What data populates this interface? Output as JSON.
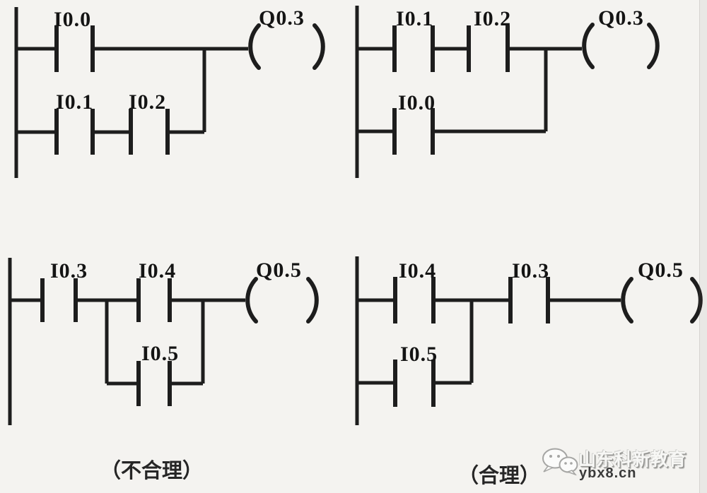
{
  "figure": {
    "background": "#f4f3f0",
    "line_color": "#1d1d1d"
  },
  "diagrams": {
    "top_left": {
      "contact_series": "I0.0",
      "branch_contact_1": "I0.1",
      "branch_contact_2": "I0.2",
      "coil": "Q0.3"
    },
    "top_right": {
      "contact_1": "I0.1",
      "contact_2": "I0.2",
      "branch_contact": "I0.0",
      "coil": "Q0.3"
    },
    "bottom_left": {
      "contact_series": "I0.3",
      "parallel_top": "I0.4",
      "parallel_bottom": "I0.5",
      "coil": "Q0.5"
    },
    "bottom_right": {
      "parallel_top": "I0.4",
      "parallel_bottom": "I0.5",
      "contact_series": "I0.3",
      "coil": "Q0.5"
    }
  },
  "captions": {
    "left": "（不合理）",
    "right": "（合理）"
  },
  "watermark": {
    "brand": "山东科新教育",
    "domain": "ybx8.cn"
  }
}
